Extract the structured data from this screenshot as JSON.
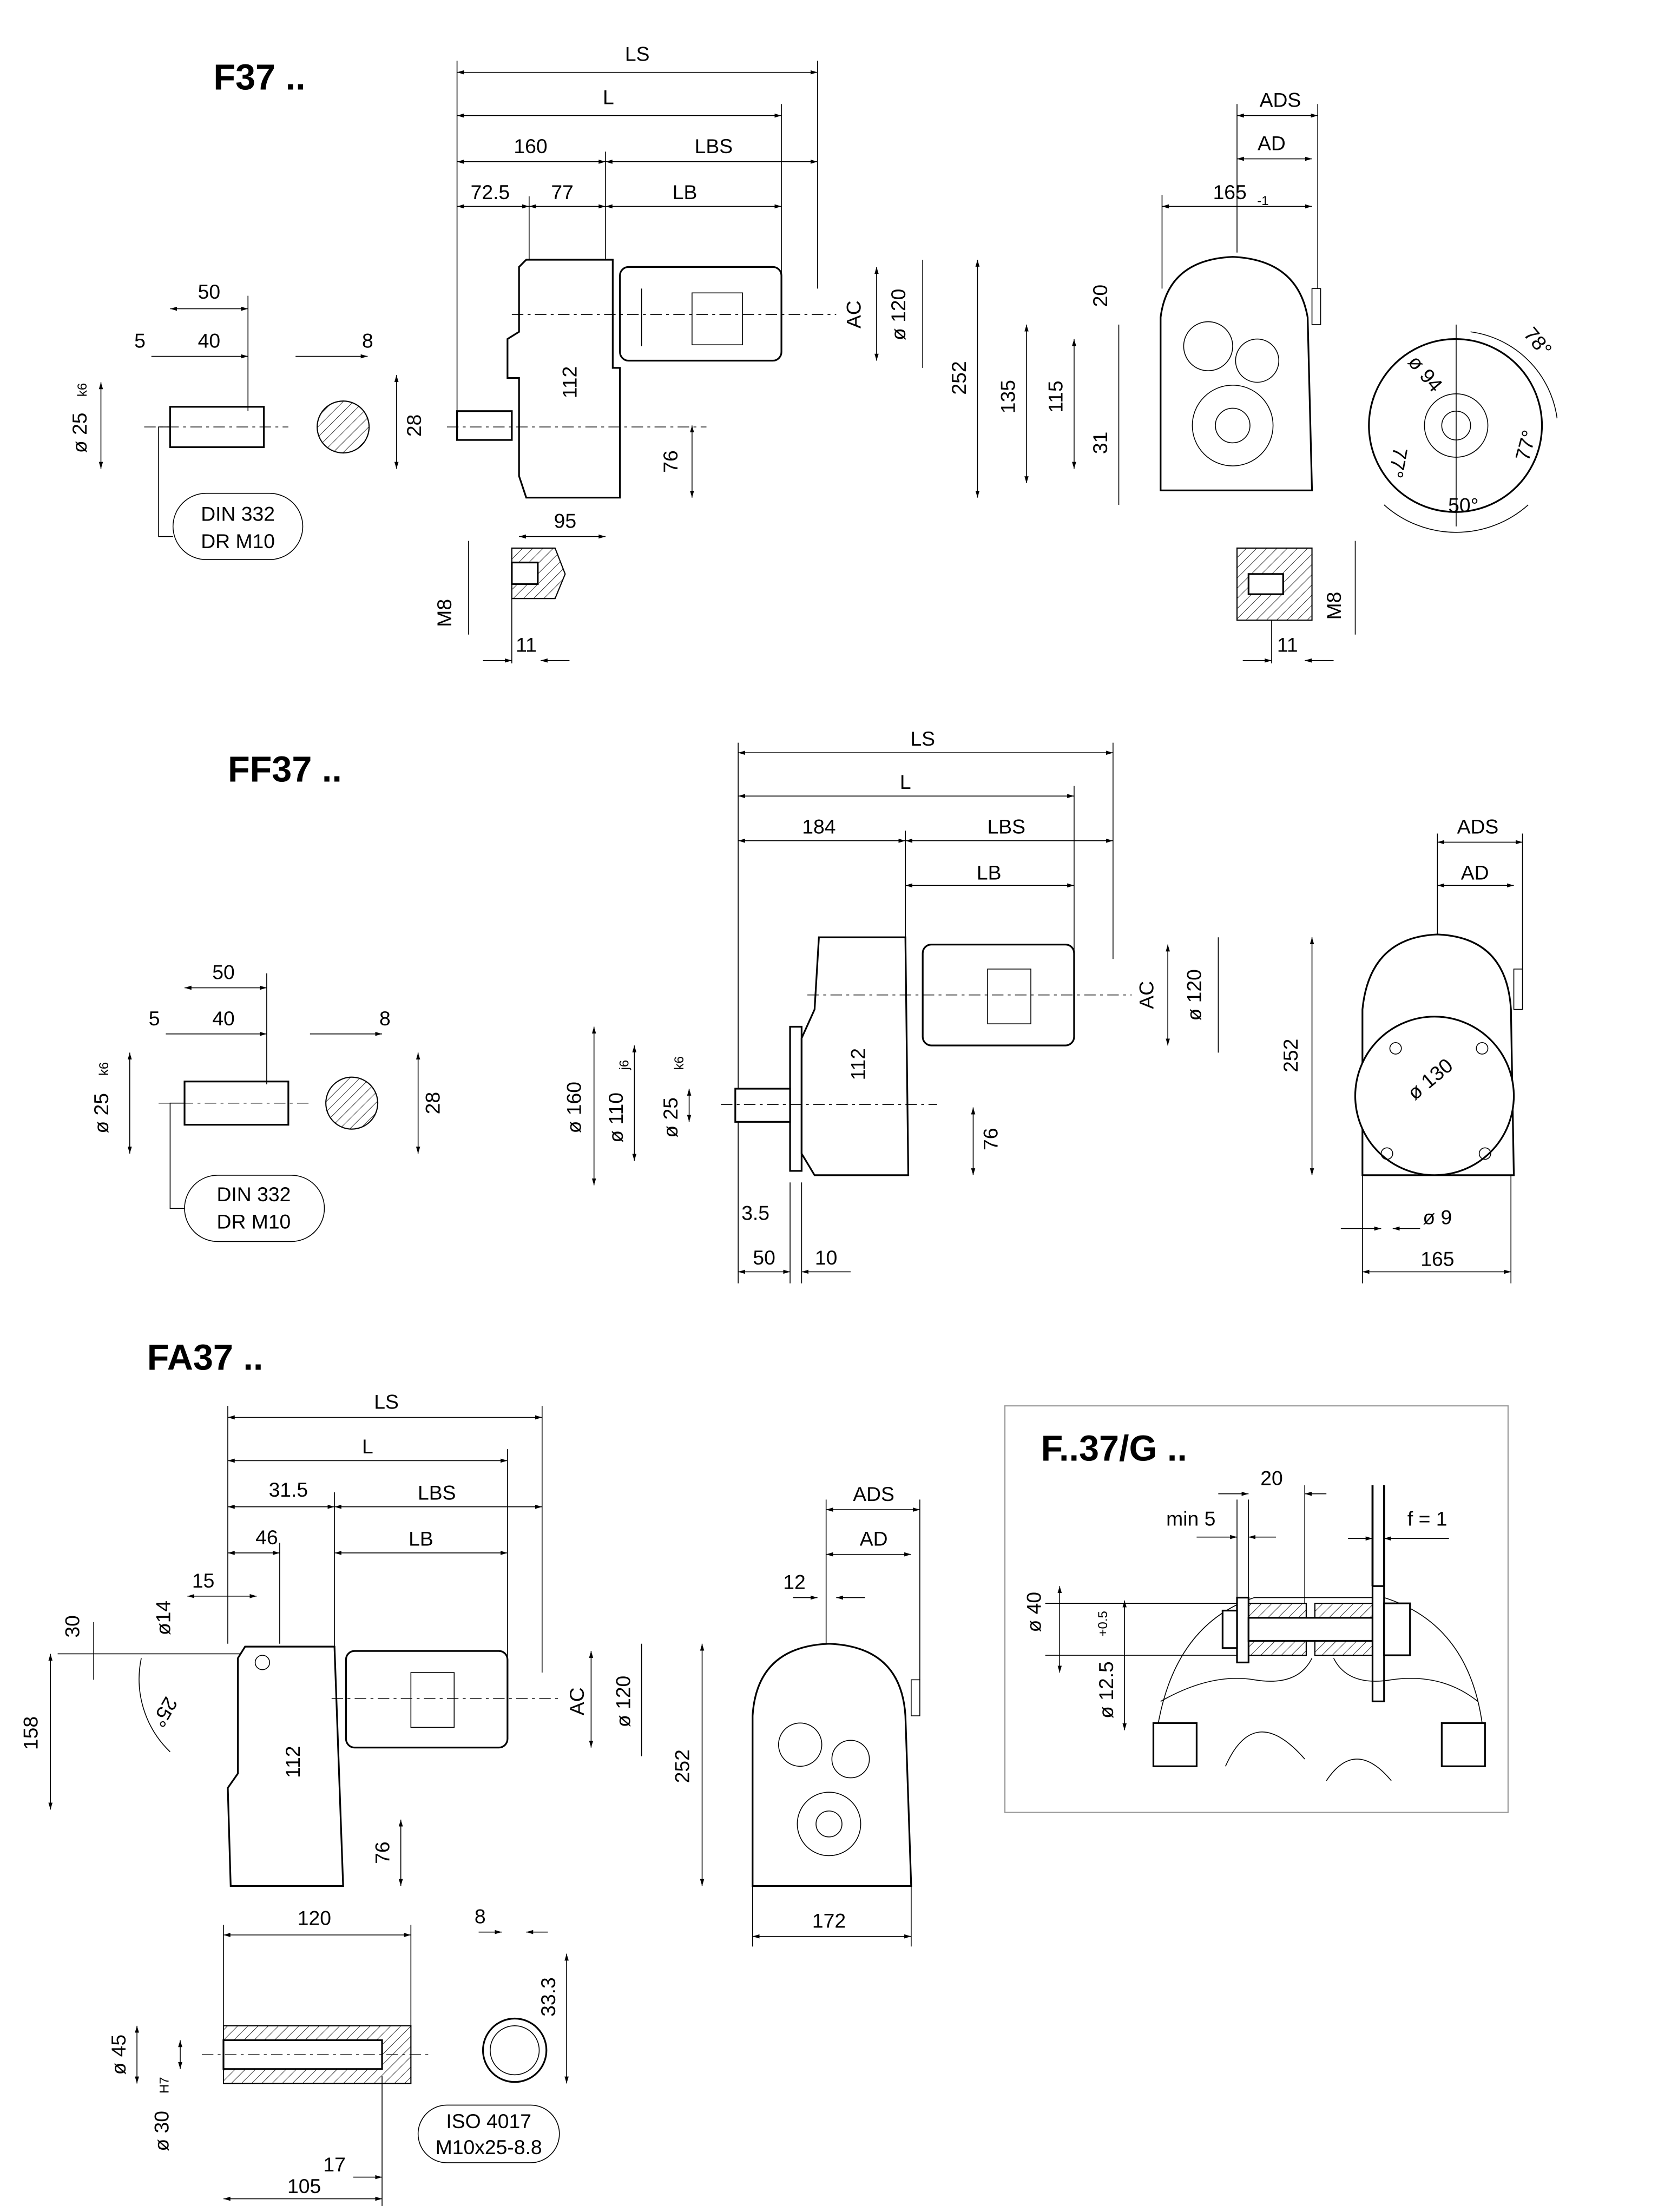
{
  "f37": {
    "title": "F37 ..",
    "dims": {
      "ls": "LS",
      "l": "L",
      "d160": "160",
      "lbs": "LBS",
      "d72_5": "72.5",
      "d77": "77",
      "lb": "LB",
      "d112": "112",
      "ac": "AC",
      "dia120": "ø 120",
      "d76": "76",
      "d95": "95",
      "ads": "ADS",
      "ad": "AD",
      "d165": "165",
      "d165_tol": "-1",
      "d252": "252",
      "d135": "135",
      "d115": "115",
      "d20": "20",
      "d31": "31",
      "dia94": "ø 94",
      "a78": "78°",
      "a77a": "77°",
      "a77b": "77°",
      "a50": "50°"
    },
    "shaft": {
      "d50": "50",
      "d5": "5",
      "d40": "40",
      "dia25": "ø 25",
      "fit": "k6",
      "d8": "8",
      "d28": "28",
      "note_line1": "DIN 332",
      "note_line2": "DR M10"
    },
    "detail_left": {
      "m8": "M8",
      "d11": "11"
    },
    "detail_right": {
      "m8": "M8",
      "d11": "11"
    }
  },
  "ff37": {
    "title": "FF37 ..",
    "dims": {
      "ls": "LS",
      "l": "L",
      "d184": "184",
      "lbs": "LBS",
      "lb": "LB",
      "dia160": "ø 160",
      "dia110": "ø 110",
      "fit110": "j6",
      "dia25": "ø 25",
      "fit25": "k6",
      "d112": "112",
      "ac": "AC",
      "dia120": "ø 120",
      "d76": "76",
      "d3_5": "3.5",
      "d50": "50",
      "d10": "10",
      "ads": "ADS",
      "ad": "AD",
      "d252": "252",
      "dia130": "ø 130",
      "dia9": "ø 9",
      "d165": "165"
    },
    "shaft": {
      "d50": "50",
      "d5": "5",
      "d40": "40",
      "dia25": "ø 25",
      "fit": "k6",
      "d8": "8",
      "d28": "28",
      "note_line1": "DIN 332",
      "note_line2": "DR M10"
    }
  },
  "fa37": {
    "title": "FA37 ..",
    "dims": {
      "ls": "LS",
      "l": "L",
      "d31_5": "31.5",
      "lbs": "LBS",
      "d46": "46",
      "lb": "LB",
      "d15": "15",
      "dia14": "ø14",
      "d30": "30",
      "a25": "25°",
      "d158": "158",
      "d112": "112",
      "ac": "AC",
      "dia120": "ø 120",
      "d76": "76",
      "ads": "ADS",
      "ad": "AD",
      "d12": "12",
      "d252": "252",
      "d172": "172"
    },
    "hollow_shaft": {
      "d120": "120",
      "dia45": "ø 45",
      "dia30": "ø 30",
      "fit": "H7",
      "d17": "17",
      "d105": "105",
      "d8": "8",
      "d33_3": "33.3",
      "note_line1": "ISO 4017",
      "note_line2": "M10x25-8.8"
    }
  },
  "f37g": {
    "title": "F..37/G ..",
    "dims": {
      "d20": "20",
      "min5": "min 5",
      "f1": "f = 1",
      "dia40": "ø 40",
      "dia12_5": "ø 12.5",
      "tol": "+0.5"
    }
  }
}
